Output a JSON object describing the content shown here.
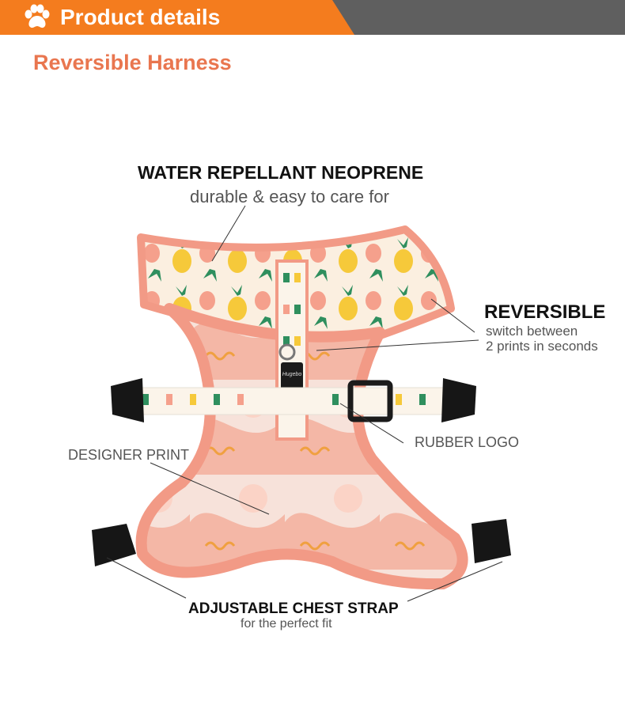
{
  "header": {
    "title": "Product details",
    "icon": "paw-icon",
    "accent_color": "#f47c1e",
    "bar_color": "#5f5f5f"
  },
  "section": {
    "title": "Reversible Harness",
    "color": "#e9764f"
  },
  "callouts": {
    "water": {
      "title": "WATER REPELLANT NEOPRENE",
      "subtitle": "durable & easy to care for"
    },
    "reversible": {
      "title": "REVERSIBLE",
      "line1": "switch between",
      "line2": "2 prints in seconds"
    },
    "rubber_logo": {
      "label": "RUBBER LOGO"
    },
    "designer_print": {
      "label": "DESIGNER PRINT"
    },
    "chest_strap": {
      "title": "ADJUSTABLE CHEST STRAP",
      "subtitle": "for the perfect fit"
    }
  },
  "product": {
    "logo_text": "Hugebo",
    "trim_color": "#f29a86",
    "print_color": "#fbeee0"
  }
}
